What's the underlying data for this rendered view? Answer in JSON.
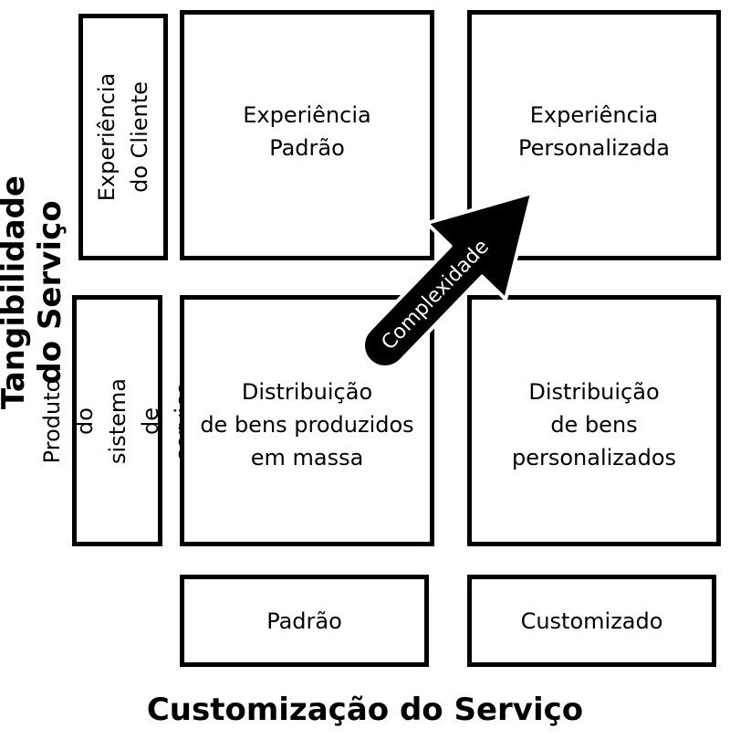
{
  "y_axis_title": "Tangibilidade do Serviço",
  "x_axis_title": "Customização do Serviço",
  "row_labels": {
    "top": "Experiência\ndo Cliente",
    "bottom": "Produto do\nsistema de serviço"
  },
  "column_labels": {
    "left": "Padrão",
    "right": "Customizado"
  },
  "cells": {
    "top_left": "Experiência\nPadrão",
    "top_right": "Experiência\nPersonalizada",
    "bottom_left": "Distribuição\nde bens produzidos\nem massa",
    "bottom_right": "Distribuição\nde bens\npersonalizados"
  },
  "arrow_label": "Complexidade"
}
